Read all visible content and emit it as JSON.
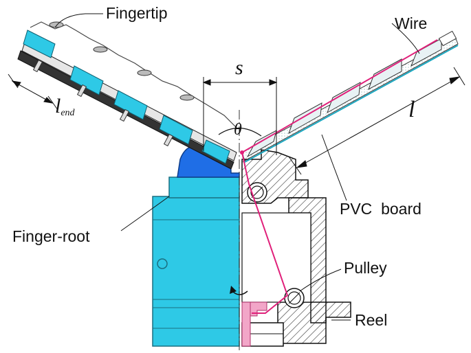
{
  "labels": {
    "fingertip": "Fingertip",
    "wire": "Wire",
    "s": "s",
    "theta": "θ",
    "l": "l",
    "l_end_main": "l",
    "l_end_sub": "end",
    "pvc_board": "PVC  board",
    "finger_root": "Finger-root",
    "pulley": "Pulley",
    "reel": "Reel"
  },
  "colors": {
    "cyan": "#2ec9e6",
    "blue": "#1f6ee6",
    "wire": "#e0207a",
    "steel": "#222222",
    "pink": "#f2a6c8"
  }
}
